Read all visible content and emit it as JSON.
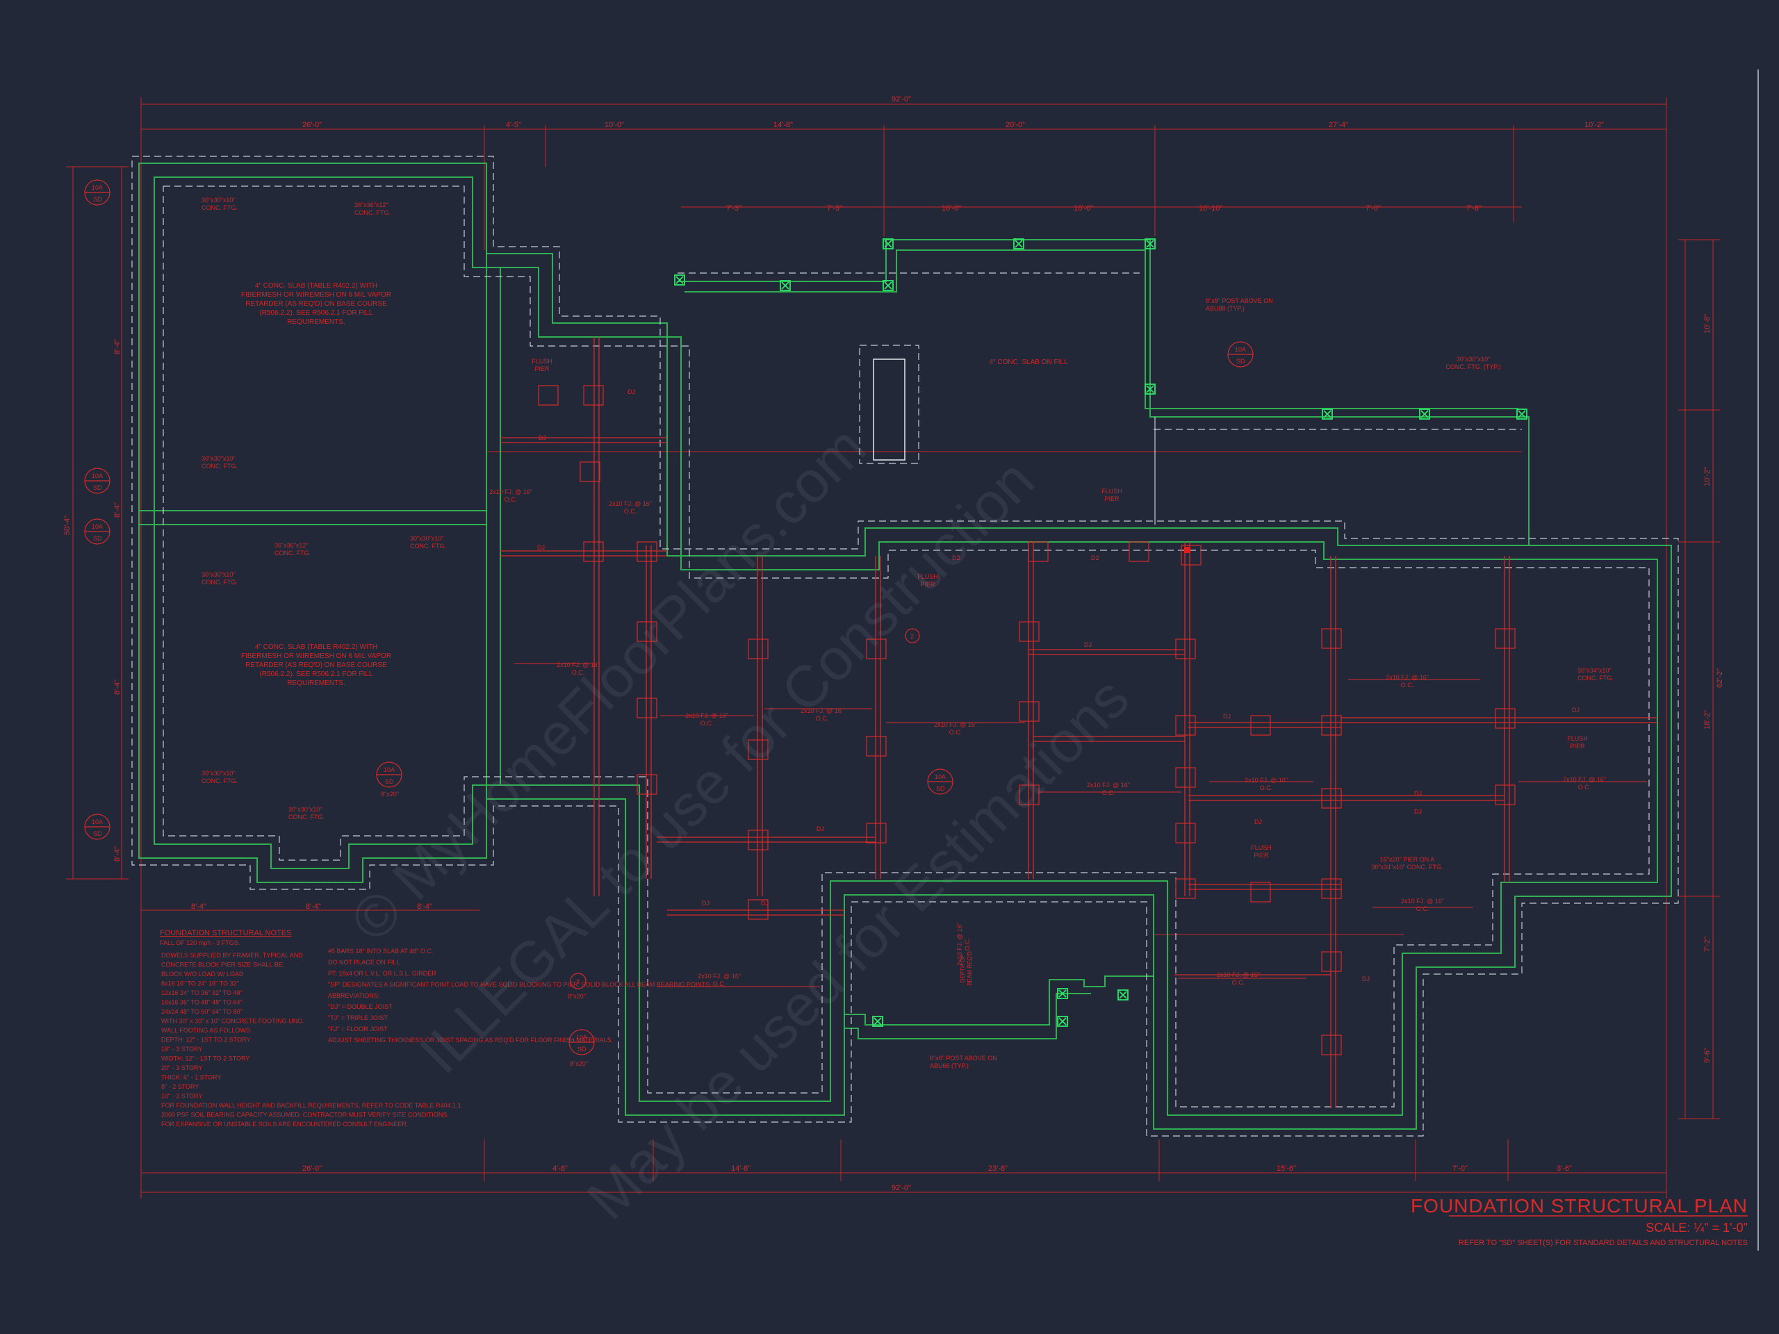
{
  "title_block": {
    "title": "FOUNDATION STRUCTURAL PLAN",
    "scale": "SCALE: ¼\" = 1'-0\"",
    "reference": "REFER TO \"SD\" SHEET(S) FOR STANDARD DETAILS AND STRUCTURAL NOTES"
  },
  "watermark": {
    "line1": "© MyHomeFloorPlans.com",
    "line2": "ILLEGAL to use for Construction",
    "line3": "May be used for Estimations"
  },
  "overall_dims": {
    "top": "92'-0\"",
    "bottom": "92'-0\"",
    "left": "50'-4\"",
    "right": "62'-2\""
  },
  "top_dims": [
    "26'-0\"",
    "4'-5\"",
    "10'-0\"",
    "14'-8\"",
    "20'-0\"",
    "27'-4\"",
    "10'-2\""
  ],
  "porch_dims": [
    "7'-3\"",
    "7'-3\"",
    "10'-0\"",
    "10'-0\"",
    "10'-10\"",
    "7'-0\"",
    "7'-8\""
  ],
  "bottom_dims": [
    "26'-0\"",
    "4'-8\"",
    "14'-8\"",
    "23'-8\"",
    "15'-6\"",
    "7'-0\"",
    "3'-6\""
  ],
  "left_bottom_dims": [
    "8'-4\"",
    "8'-4\"",
    "8'-4\""
  ],
  "right_dims": [
    "10'-8\"",
    "10'-2\"",
    "18'-2\"",
    "7'-2\"",
    "9'-6\""
  ],
  "left_dims": [
    "8'-4\"",
    "8'-4\"",
    "8'-4\"",
    "8'-4\""
  ],
  "slab_note": "4\" CONC. SLAB (TABLE R402.2) WITH FIBERMESH OR WIREMESH ON 6 MIL VAPOR RETARDER (AS REQ'D) ON BASE COURSE (R506.2.2). SEE R506.2.1 FOR FILL REQUIREMENTS.",
  "porch_slab_note": "4\" CONC. SLAB ON FILL",
  "labels": {
    "ftg_30": "30\"x30\"x10\" CONC. FTG.",
    "ftg_36": "36\"x36\"x12\" CONC. FTG.",
    "ftg_30_typ": "30\"x30\"x10\" CONC. FTG. (TYP.)",
    "flush_pier": "FLUSH PIER",
    "joist": "2x10 FJ. @ 16\" O.C.",
    "dj": "DJ",
    "post_8x8": "8\"x8\" POST ABOVE ON ABU88 (TYP.)",
    "post_6x6": "6\"x6\" POST ABOVE ON ABU66 (TYP.)",
    "pier_16x20": "16\"x20\" PIER ON A 30\"x34\"x10\" CONC. FTG.",
    "ftg_30x34": "30\"x34\"x10\" CONC. FTG.",
    "sd_tag": "SD",
    "tag_4": "4",
    "tag_10a": "10A",
    "tag_2": "2",
    "tag_3": "3",
    "pier_8x20": "8\"x20\"",
    "depth_note": "DEPTH OF BEAM REQ'D",
    "d2": "D2"
  },
  "notes": {
    "heading": "FOUNDATION STRUCTURAL NOTES",
    "subheading": "FALL OF 120 mph - 3 FTGS.",
    "items": [
      "DOWELS SUPPLIED BY FRAMER, TYPICAL AND",
      "CONCRETE BLOCK PIER SIZE SHALL BE:",
      "BLOCK    W/O LOAD     W/ LOAD",
      "8x16      16\" TO 24\"    16\" TO 32\"",
      "12x16     24\" TO 36\"    32\" TO 48\"",
      "16x16     36\" TO 48\"    48\" TO 64\"",
      "24x24     48\" TO 60\"    64\" TO 80\"",
      "WITH 30\" x 30\" x 10\" CONCRETE FOOTING UNO.",
      "WALL FOOTING AS FOLLOWS:",
      "DEPTH:   12\" - 1ST TO 2 STORY",
      "           18\" - 3 STORY",
      "WIDTH:   12\" - 1ST TO 2 STORY",
      "           20\" - 3 STORY",
      "THICK:   6\" - 1 STORY",
      "           8\" - 2 STORY",
      "           10\" - 3 STORY",
      "FOR FOUNDATION WALL HEIGHT AND BACKFILL REQUIREMENTS, REFER TO CODE TABLE R404.1.1",
      "2000 PSF SOIL BEARING CAPACITY ASSUMED. CONTRACTOR MUST VERIFY SITE CONDITIONS.",
      "FOR EXPANSIVE OR UNSTABLE SOILS ARE ENCOUNTERED CONSULT ENGINEER."
    ],
    "right_items": [
      "#5 BARS 18\" INTO SLAB AT 48\" O.C.",
      "DO NOT PLACE ON FILL",
      "PT: 18x4 OR L.V.L. OR L.S.L. GIRDER",
      "\"SP\" DESIGNATES A SIGNIFICANT POINT LOAD TO HAVE SOLID BLOCKING TO PIER. SOLID BLOCK ALL BEAM BEARING POINTS.",
      "ABBREVIATIONS:",
      "\"DJ\" = DOUBLE JOIST",
      "\"TJ\" = TRIPLE JOIST",
      "\"FJ\" = FLOOR JOIST",
      "ADJUST SHEETING THICKNESS OR JOIST SPACING AS REQ'D FOR FLOOR FINISH MATERIALS."
    ]
  },
  "colors": {
    "background": "#232838",
    "red": "#d42a2a",
    "green": "#2fae52",
    "pier_green": "#2ee86a",
    "white": "#e8e8ee"
  }
}
